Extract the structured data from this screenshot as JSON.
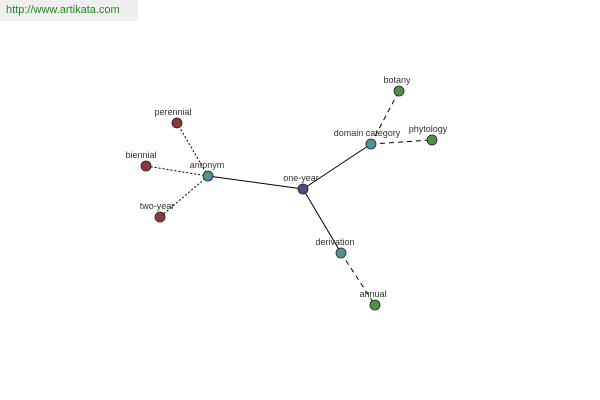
{
  "header": {
    "url_text": "http://www.artikata.com"
  },
  "colors": {
    "center_fill": "#4a4f86",
    "relation_fill": "#4e9196",
    "antonym_leaf_fill": "#8b3a3a",
    "other_leaf_fill": "#4f8f46",
    "edge_color": "#000000",
    "node_stroke": "#222222"
  },
  "graph": {
    "nodes": [
      {
        "id": "one-year",
        "label": "one-year",
        "kind": "center"
      },
      {
        "id": "antonym",
        "label": "antonym",
        "kind": "relation"
      },
      {
        "id": "domain-category",
        "label": "domain category",
        "kind": "relation"
      },
      {
        "id": "derivation",
        "label": "derivation",
        "kind": "relation"
      },
      {
        "id": "perennial",
        "label": "perennial",
        "kind": "antonym_leaf"
      },
      {
        "id": "biennial",
        "label": "biennial",
        "kind": "antonym_leaf"
      },
      {
        "id": "two-year",
        "label": "two-year",
        "kind": "antonym_leaf"
      },
      {
        "id": "botany",
        "label": "botany",
        "kind": "other_leaf"
      },
      {
        "id": "phytology",
        "label": "phytology",
        "kind": "other_leaf"
      },
      {
        "id": "annual",
        "label": "annual",
        "kind": "other_leaf"
      }
    ],
    "edges": [
      {
        "from": "one-year",
        "to": "antonym",
        "style": "solid"
      },
      {
        "from": "one-year",
        "to": "domain-category",
        "style": "solid"
      },
      {
        "from": "one-year",
        "to": "derivation",
        "style": "solid"
      },
      {
        "from": "antonym",
        "to": "perennial",
        "style": "dotted"
      },
      {
        "from": "antonym",
        "to": "biennial",
        "style": "dotted"
      },
      {
        "from": "antonym",
        "to": "two-year",
        "style": "dotted"
      },
      {
        "from": "domain-category",
        "to": "botany",
        "style": "dashed"
      },
      {
        "from": "domain-category",
        "to": "phytology",
        "style": "dashed"
      },
      {
        "from": "derivation",
        "to": "annual",
        "style": "dashed"
      }
    ]
  }
}
